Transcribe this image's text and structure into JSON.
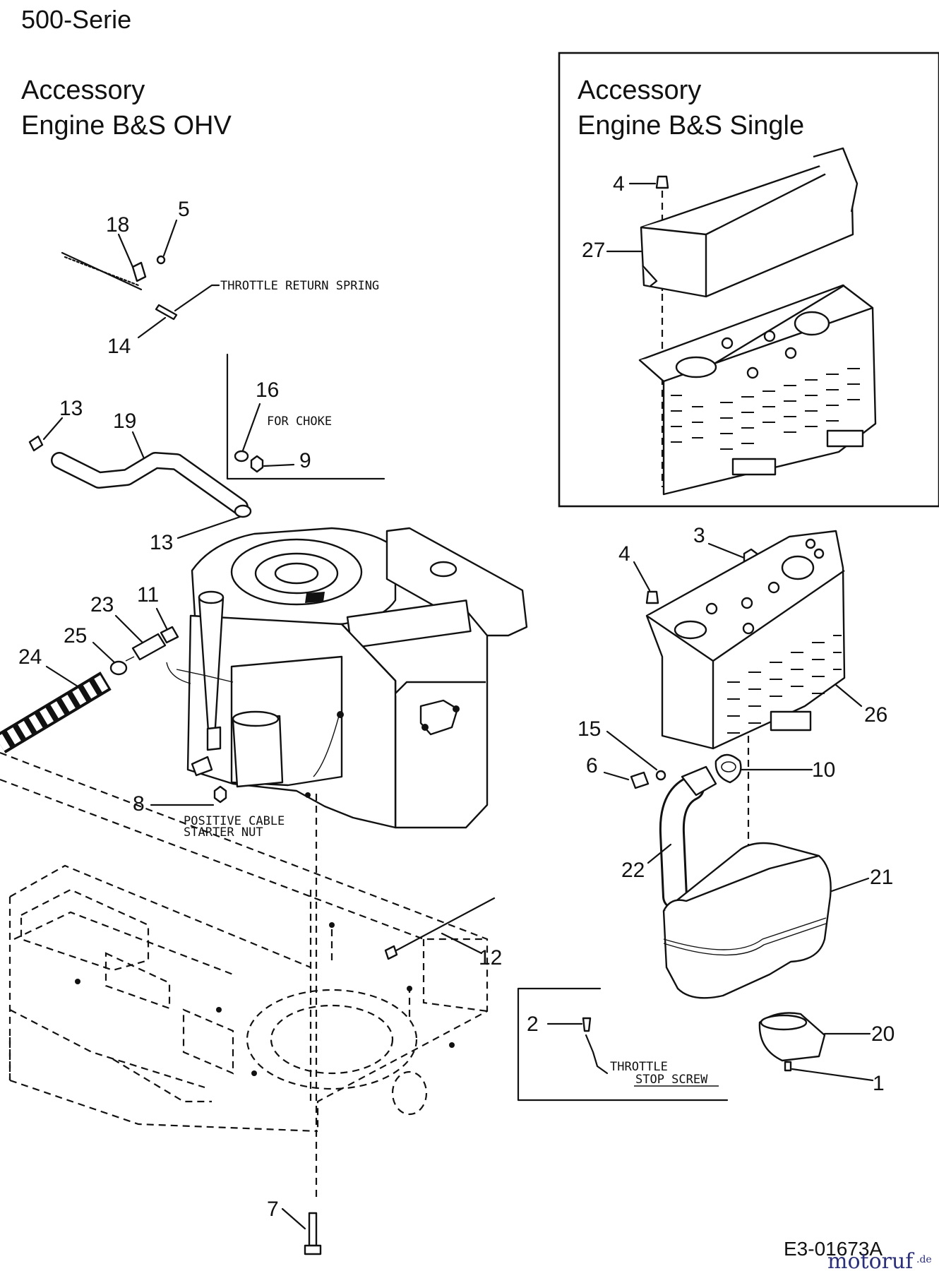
{
  "header": {
    "series": "500-Serie",
    "left_title_line1": "Accessory",
    "left_title_line2": "Engine B&S OHV",
    "right_title_line1": "Accessory",
    "right_title_line2": "Engine B&S Single"
  },
  "notes": {
    "throttle_return_spring": "THROTTLE RETURN SPRING",
    "for_choke": "FOR CHOKE",
    "positive_cable_line1": "POSITIVE CABLE",
    "positive_cable_line2": "STARTER NUT",
    "throttle_stop_line1": "THROTTLE",
    "throttle_stop_line2": "STOP SCREW"
  },
  "callouts": {
    "c18": "18",
    "c5": "5",
    "c14": "14",
    "c16": "16",
    "c9": "9",
    "c13a": "13",
    "c19": "19",
    "c13b": "13",
    "c23": "23",
    "c11": "11",
    "c25": "25",
    "c24": "24",
    "c8": "8",
    "c7": "7",
    "c12": "12",
    "c4a": "4",
    "c27": "27",
    "c3": "3",
    "c4b": "4",
    "c26": "26",
    "c15": "15",
    "c6": "6",
    "c10": "10",
    "c22": "22",
    "c21": "21",
    "c2": "2",
    "c20": "20",
    "c1": "1"
  },
  "footer": {
    "drawing_number": "E3-01673A",
    "watermark_main": "motoruf",
    "watermark_suffix": ".de"
  },
  "colors": {
    "ink": "#111111",
    "background": "#ffffff",
    "watermark": "#2b2f7a"
  }
}
